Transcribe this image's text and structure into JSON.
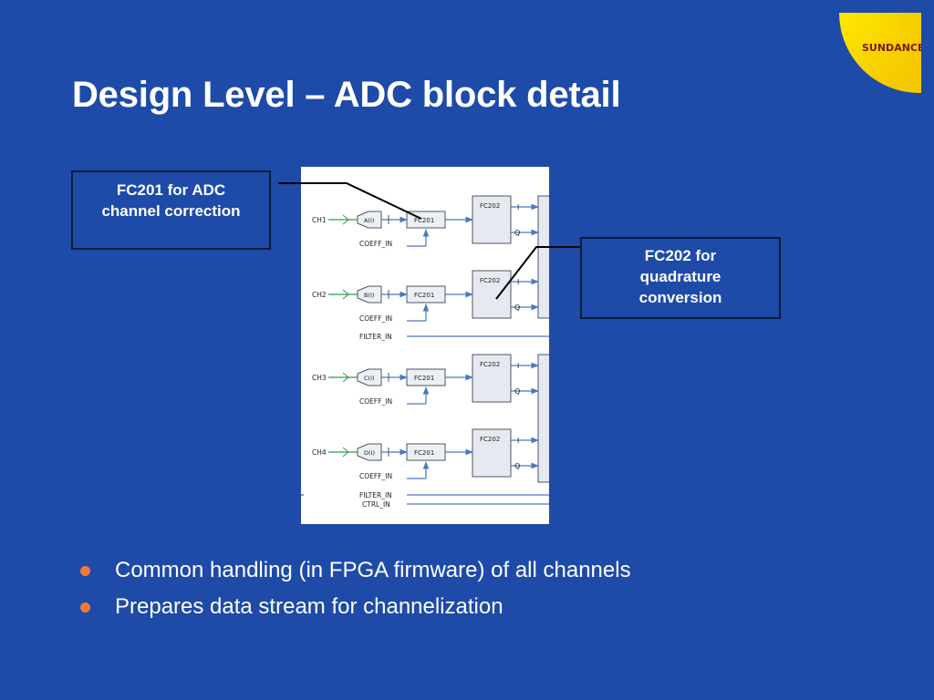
{
  "logo": {
    "text": "SUNDANCE",
    "color": "#f5d000"
  },
  "title": "Design Level – ADC block detail",
  "callouts": [
    {
      "lines": [
        "FC201 for ADC",
        "channel correction"
      ]
    },
    {
      "lines": [
        "FC202 for",
        "quadrature",
        "conversion"
      ]
    }
  ],
  "diagram": {
    "channels": [
      {
        "ch": "CH1",
        "amp": "A(I)",
        "fc201": "FC201",
        "coeff": "COEFF_IN",
        "fc202": "FC202"
      },
      {
        "ch": "CH2",
        "amp": "B(I)",
        "fc201": "FC201",
        "coeff": "COEFF_IN",
        "fc202": "FC202"
      },
      {
        "ch": "CH3",
        "amp": "C(I)",
        "fc201": "FC201",
        "coeff": "COEFF_IN",
        "fc202": "FC202"
      },
      {
        "ch": "CH4",
        "amp": "D(I)",
        "fc201": "FC201",
        "coeff": "COEFF_IN",
        "fc202": "FC202"
      }
    ],
    "i_label": "I",
    "q_label": "Q",
    "filter_in": "FILTER_IN",
    "ctrl_in": "CTRL_IN"
  },
  "bullets": [
    "Common handling (in FPGA firmware) of all channels",
    "Prepares data stream for channelization"
  ],
  "colors": {
    "background": "#1e4ba8",
    "bullet": "#f47a3a",
    "wire": "#4a78c2"
  }
}
